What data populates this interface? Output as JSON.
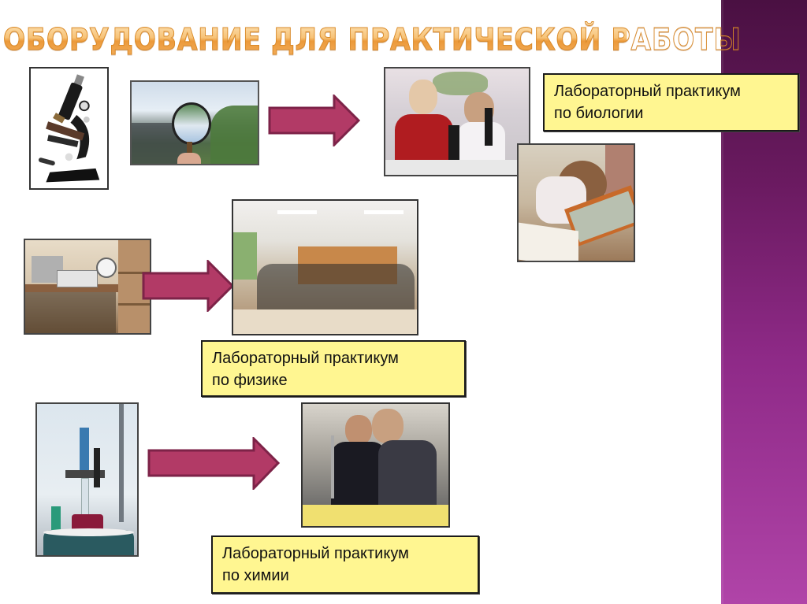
{
  "slide": {
    "title": "ОБОРУДОВАНИЕ ДЛЯ ПРАКТИЧЕСКОЙ РАБОТЫ",
    "colors": {
      "title_fill": "#f2ad5c",
      "title_outline": "#d98a2a",
      "arrow_fill": "#b23a66",
      "arrow_border": "#7d2348",
      "label_fill": "#fff691",
      "band_top": "#4a1042",
      "band_bottom": "#b044a8"
    }
  },
  "sections": [
    {
      "id": "biology",
      "equipment_images": [
        "microscope-photo",
        "magnifying-glass-photo"
      ],
      "result_images": [
        "students-with-microscopes-photo",
        "student-examining-insect-collection-photo"
      ],
      "label_line1": "Лабораторный практикум",
      "label_line2": "по биологии"
    },
    {
      "id": "physics",
      "equipment_images": [
        "physics-lab-equipment-photo"
      ],
      "result_images": [
        "physics-classroom-photo"
      ],
      "label_line1": "Лабораторный практикум",
      "label_line2": "по физике"
    },
    {
      "id": "chemistry",
      "equipment_images": [
        "chemistry-titration-setup-photo"
      ],
      "result_images": [
        "students-chemistry-experiment-photo"
      ],
      "label_line1": "Лабораторный практикум",
      "label_line2": "по химии"
    }
  ]
}
